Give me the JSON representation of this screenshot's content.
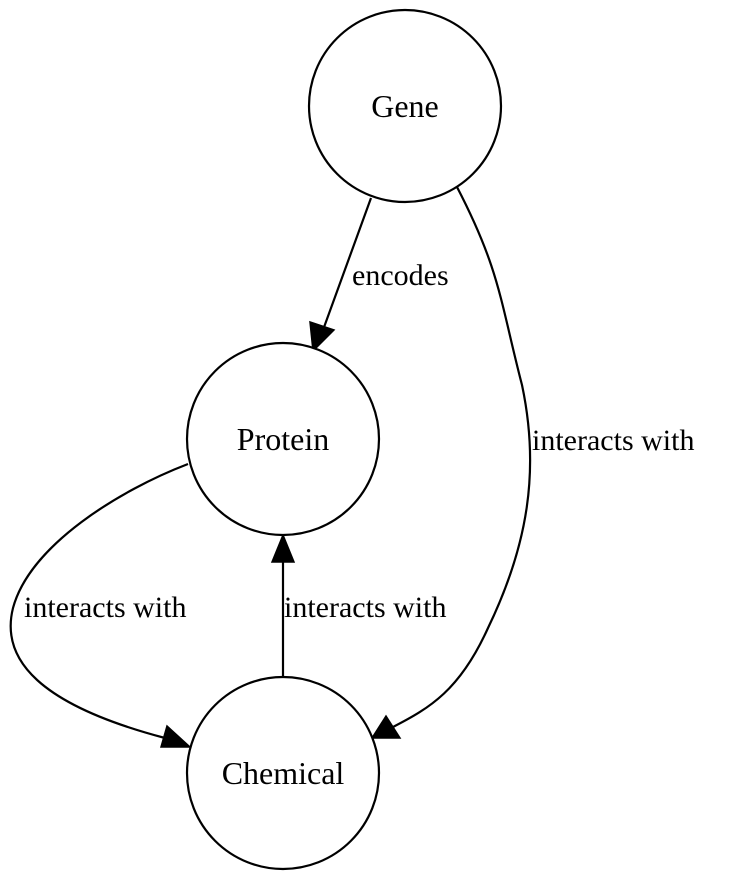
{
  "nodes": {
    "gene": {
      "label": "Gene"
    },
    "protein": {
      "label": "Protein"
    },
    "chemical": {
      "label": "Chemical"
    }
  },
  "edges": {
    "gene_protein": {
      "label": "encodes"
    },
    "gene_chemical": {
      "label": "interacts with"
    },
    "protein_chemical": {
      "label": "interacts with"
    },
    "chemical_protein": {
      "label": "interacts with"
    }
  },
  "colors": {
    "stroke": "#000000",
    "node_fill": "#ffffff",
    "background": "#ffffff"
  }
}
